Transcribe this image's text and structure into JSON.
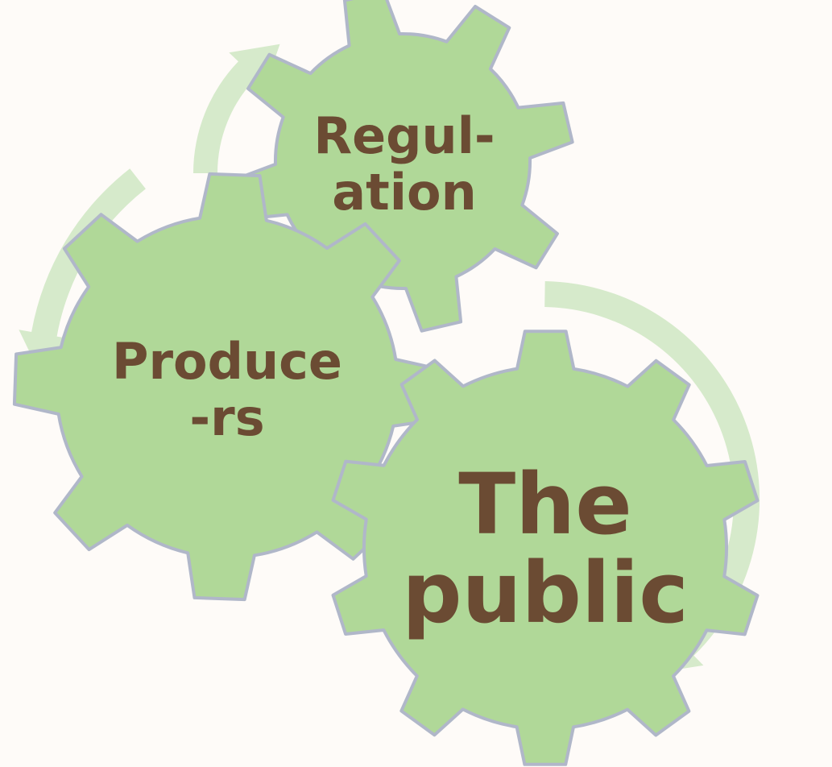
{
  "gears": [
    {
      "id": "regulation",
      "lines": [
        "Regul-",
        "ation"
      ]
    },
    {
      "id": "producers",
      "lines": [
        "Produce",
        "-rs"
      ]
    },
    {
      "id": "public",
      "lines": [
        "The",
        "public"
      ]
    }
  ],
  "colors": {
    "gear_fill": "#b0d898",
    "gear_outline": "#b0b7c9",
    "arrow": "#d6eacb",
    "text": "#6b4b33",
    "background": "#fefbf8"
  }
}
